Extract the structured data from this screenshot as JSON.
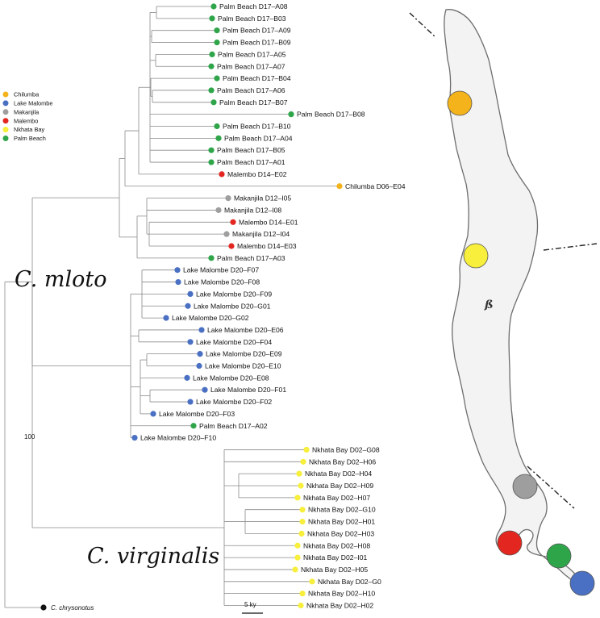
{
  "colors": {
    "chilumba": "#f4b31a",
    "lake_malombe": "#4a70c4",
    "makanjila": "#9e9e9e",
    "malembo": "#e3261f",
    "nkhata_bay": "#f7ef3b",
    "palm_beach": "#2fa54a",
    "outgroup": "#111111",
    "lake_fill": "#f3f3f3"
  },
  "legend": [
    {
      "label": "Chilumba",
      "color_key": "chilumba"
    },
    {
      "label": "Lake Malombe",
      "color_key": "lake_malombe"
    },
    {
      "label": "Makanjila",
      "color_key": "makanjila"
    },
    {
      "label": "Malembo",
      "color_key": "malembo"
    },
    {
      "label": "Nkhata Bay",
      "color_key": "nkhata_bay"
    },
    {
      "label": "Palm Beach",
      "color_key": "palm_beach"
    }
  ],
  "clades": {
    "mloto": "C. mloto",
    "virginalis": "C. virginalis"
  },
  "outgroup_label": "C. chrysonotus",
  "bootstrap_label": "100",
  "scale_label": "5 ky",
  "leaves": [
    {
      "label": "Palm Beach D17–A08",
      "color_key": "palm_beach"
    },
    {
      "label": "Palm Beach D17–B03",
      "color_key": "palm_beach"
    },
    {
      "label": "Palm Beach D17–A09",
      "color_key": "palm_beach"
    },
    {
      "label": "Palm Beach D17–B09",
      "color_key": "palm_beach"
    },
    {
      "label": "Palm Beach D17–A05",
      "color_key": "palm_beach"
    },
    {
      "label": "Palm Beach D17–A07",
      "color_key": "palm_beach"
    },
    {
      "label": "Palm Beach D17–B04",
      "color_key": "palm_beach"
    },
    {
      "label": "Palm Beach D17–A06",
      "color_key": "palm_beach"
    },
    {
      "label": "Palm Beach D17–B07",
      "color_key": "palm_beach"
    },
    {
      "label": "Palm Beach D17–B08",
      "color_key": "palm_beach"
    },
    {
      "label": "Palm Beach D17–B10",
      "color_key": "palm_beach"
    },
    {
      "label": "Palm Beach D17–A04",
      "color_key": "palm_beach"
    },
    {
      "label": "Palm Beach D17–B05",
      "color_key": "palm_beach"
    },
    {
      "label": "Palm Beach D17–A01",
      "color_key": "palm_beach"
    },
    {
      "label": "Malembo D14–E02",
      "color_key": "malembo"
    },
    {
      "label": "Chilumba D06–E04",
      "color_key": "chilumba"
    },
    {
      "label": "Makanjila D12–I05",
      "color_key": "makanjila"
    },
    {
      "label": "Makanjila D12–I08",
      "color_key": "makanjila"
    },
    {
      "label": "Malembo D14–E01",
      "color_key": "malembo"
    },
    {
      "label": "Makanjila D12–I04",
      "color_key": "makanjila"
    },
    {
      "label": "Malembo D14–E03",
      "color_key": "malembo"
    },
    {
      "label": "Palm Beach D17–A03",
      "color_key": "palm_beach"
    },
    {
      "label": "Lake Malombe D20–F07",
      "color_key": "lake_malombe"
    },
    {
      "label": "Lake Malombe D20–F08",
      "color_key": "lake_malombe"
    },
    {
      "label": "Lake Malombe D20–F09",
      "color_key": "lake_malombe"
    },
    {
      "label": "Lake Malombe D20–G01",
      "color_key": "lake_malombe"
    },
    {
      "label": "Lake Malombe D20–G02",
      "color_key": "lake_malombe"
    },
    {
      "label": "Lake Malombe D20–E06",
      "color_key": "lake_malombe"
    },
    {
      "label": "Lake Malombe D20–F04",
      "color_key": "lake_malombe"
    },
    {
      "label": "Lake Malombe D20–E09",
      "color_key": "lake_malombe"
    },
    {
      "label": "Lake Malombe D20–E10",
      "color_key": "lake_malombe"
    },
    {
      "label": "Lake Malombe D20–E08",
      "color_key": "lake_malombe"
    },
    {
      "label": "Lake Malombe D20–F01",
      "color_key": "lake_malombe"
    },
    {
      "label": "Lake Malombe D20–F02",
      "color_key": "lake_malombe"
    },
    {
      "label": "Lake Malombe D20–F03",
      "color_key": "lake_malombe"
    },
    {
      "label": "Palm Beach D17–A02",
      "color_key": "palm_beach"
    },
    {
      "label": "Lake Malombe D20–F10",
      "color_key": "lake_malombe"
    },
    {
      "label": "Nkhata Bay D02–G08",
      "color_key": "nkhata_bay"
    },
    {
      "label": "Nkhata Bay D02–H06",
      "color_key": "nkhata_bay"
    },
    {
      "label": "Nkhata Bay D02–H04",
      "color_key": "nkhata_bay"
    },
    {
      "label": "Nkhata Bay D02–H09",
      "color_key": "nkhata_bay"
    },
    {
      "label": "Nkhata Bay D02–H07",
      "color_key": "nkhata_bay"
    },
    {
      "label": "Nkhata Bay D02–G10",
      "color_key": "nkhata_bay"
    },
    {
      "label": "Nkhata Bay D02–H01",
      "color_key": "nkhata_bay"
    },
    {
      "label": "Nkhata Bay D02–H03",
      "color_key": "nkhata_bay"
    },
    {
      "label": "Nkhata Bay D02–H08",
      "color_key": "nkhata_bay"
    },
    {
      "label": "Nkhata Bay D02–I01",
      "color_key": "nkhata_bay"
    },
    {
      "label": "Nkhata Bay D02–H05",
      "color_key": "nkhata_bay"
    },
    {
      "label": "Nkhata Bay D02–G0",
      "color_key": "nkhata_bay"
    },
    {
      "label": "Nkhata Bay D02–H10",
      "color_key": "nkhata_bay"
    },
    {
      "label": "Nkhata Bay D02–H02",
      "color_key": "nkhata_bay"
    }
  ],
  "map_markers": [
    {
      "site": "Chilumba",
      "color_key": "chilumba"
    },
    {
      "site": "Nkhata Bay",
      "color_key": "nkhata_bay"
    },
    {
      "site": "Makanjila",
      "color_key": "makanjila"
    },
    {
      "site": "Malembo",
      "color_key": "malembo"
    },
    {
      "site": "Palm Beach",
      "color_key": "palm_beach"
    },
    {
      "site": "Lake Malombe",
      "color_key": "lake_malombe"
    }
  ],
  "map_symbol": "ß"
}
